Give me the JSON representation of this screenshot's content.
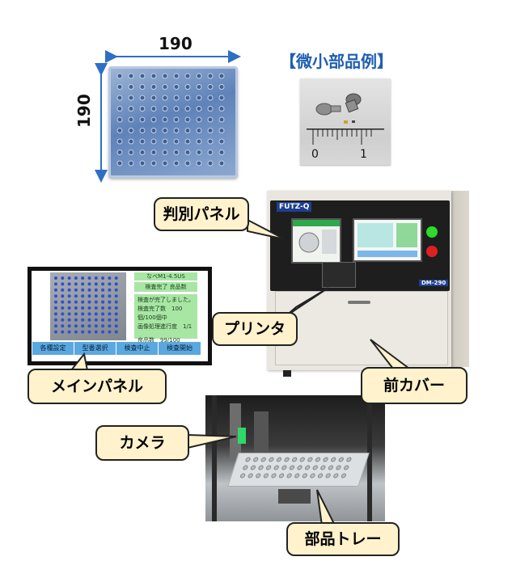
{
  "tray": {
    "width_label": "190",
    "height_label": "190"
  },
  "parts": {
    "title": "【微小部品例】",
    "ruler_labels": [
      "0",
      "1"
    ]
  },
  "machine": {
    "brand": "FUTZ-Q",
    "model": "DM-290"
  },
  "main_panel": {
    "part_name": "なべM1-4.5US",
    "status": "検査完了 良品数　99/100",
    "log_lines": [
      "検査が完了しました。",
      "検査完了数　100個/100個中",
      "画像処理進行度　1/1",
      "",
      "良品数　99/100"
    ],
    "buttons": [
      "各種設定",
      "型番選択",
      "検査中止",
      "検査開始"
    ]
  },
  "callouts": {
    "judge_panel": "判別パネル",
    "printer": "プリンタ",
    "main_panel": "メインパネル",
    "front_cover": "前カバー",
    "camera": "カメラ",
    "parts_tray": "部品トレー"
  },
  "colors": {
    "callout_bg": "#fff2cc",
    "parts_title": "#1f5fb0",
    "panel_button": "#5aa8e0",
    "panel_pane": "#a8e6a4"
  }
}
